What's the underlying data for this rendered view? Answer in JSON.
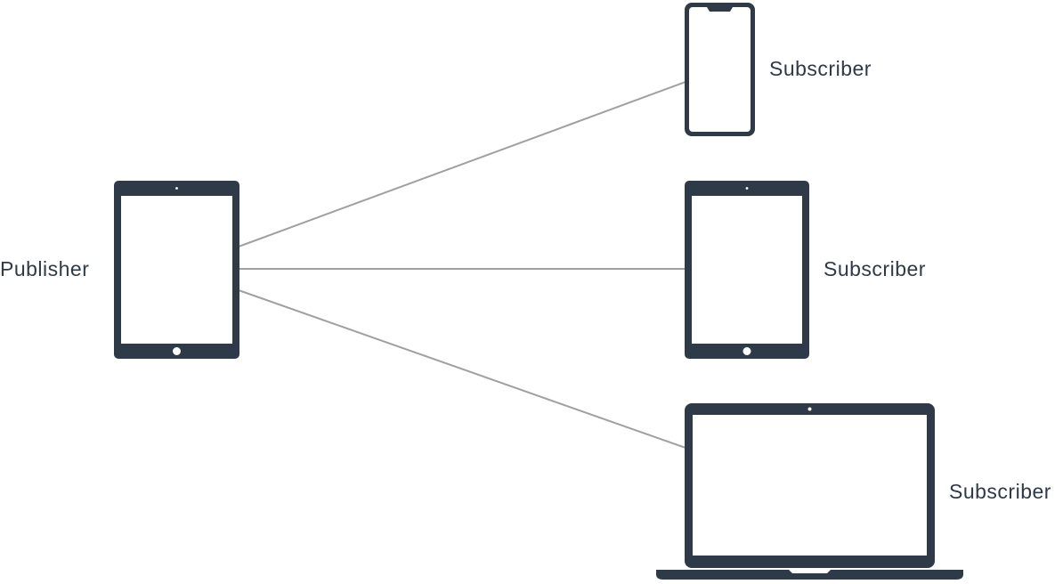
{
  "diagram": {
    "publisher": {
      "label": "Publisher",
      "device_icon": "tablet-icon"
    },
    "subscribers": [
      {
        "label": "Subscriber",
        "device_icon": "phone-icon"
      },
      {
        "label": "Subscriber",
        "device_icon": "tablet-icon"
      },
      {
        "label": "Subscriber",
        "device_icon": "laptop-icon"
      }
    ],
    "colors": {
      "device": "#2e3a48",
      "screen": "#ffffff",
      "connector": "#a0a0a0",
      "text": "#2e3a48"
    }
  }
}
